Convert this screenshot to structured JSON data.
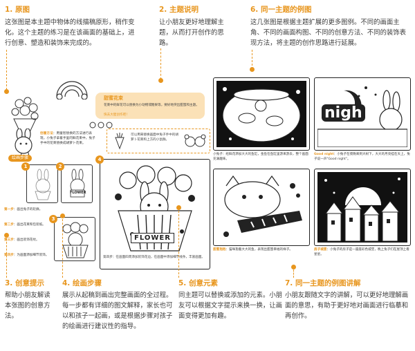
{
  "section1": {
    "head": "1. 原图",
    "body": "这张图是本主题中物体的线描稿原形，稍作变化。这个主题的练习是在该画面的基础上，进行创意、塑造和装饰来完成的。"
  },
  "section2": {
    "head": "2. 主题说明",
    "body": "让小朋友更好地理解主题，从而打开创作的思路。"
  },
  "section6": {
    "head": "6. 同一主题的例图",
    "body": "这几张图是根据主题扩展的更多图例。不同的画面主角、不同的画面构图、不同的创意方法、不同的装饰表现方法，将主题的创作思路进行延展。"
  },
  "section3": {
    "head": "3. 创意提示",
    "body": "帮助小朋友解读本张图的创意方法。"
  },
  "section4": {
    "head": "4. 绘画步骤",
    "body": "展示从起稿到画出完整画面的全过程。每一步都有详细的图文解释，家长也可以和孩子一起画，或是根据步骤对孩子的绘画进行建议性的指导。"
  },
  "section5": {
    "head": "5. 创意元素",
    "body": "同主题可以替换或添加的元素。小朋友可以根据文字提示来换一换，让画面变得更加有趣。"
  },
  "section7": {
    "head": "7. 同一主题的例图讲解",
    "body": "小朋友跟随文字的讲解，可以更好地理解画面的意思，有助于更好地对画面进行临摹和再创作。"
  },
  "book": {
    "theme_title": "甜蜜花束",
    "theme_desc": "花束中的鲜花可以替换为小动物或糖果等，要好地突出甜蜜和主题。",
    "theme_desc2": "快去大胆创作吧！",
    "idea_label": "创意方法",
    "idea_text": "用童智替换的方法进行表现，小兔子拿着手里的鲜花束中，兔子手中的花束替换成胡萝卜花束。",
    "element_text": "可以用来替换画面中兔子手中的胡萝卜花束和上方的小鼠群。",
    "steps_label": "绘画步骤",
    "step1_label": "第一步",
    "step1": "画出兔子的轮廓。",
    "step2_label": "第二步",
    "step2": "画出花束和包装纸。",
    "step3_label": "第三步",
    "step3": "画出装饰花纹。",
    "step4_label": "第四步",
    "step4": "为画面添加细节装饰。",
    "step_num4": "4",
    "main_caption": "第四步：在画面四周添加装饰花边，在画面中添加细节线条，丰富画面。",
    "flower_sign": "FLOWER",
    "small_sign": "FLOWER",
    "ex1_text": "小兔子：给鲜花添加大大的鱼缸，金鱼在鱼缸里游来游去，整个画面充满趣味。",
    "ex2_label": "Good night",
    "ex2_text": "小兔子在夜晚来到大树下，大大的月亮挂在天上，兔子说一声\"Good night\"。",
    "night_word": "nigh",
    "ex3_label": "甜蜜抱抱",
    "ex3_text": "猫咪抱着大大的鱼，表现出甜蜜幸福的样子。",
    "ex4_label": "房子城堡",
    "ex4_text": "小兔子的房子是一座座彩色城堡，晚上兔子们在屋顶上看星星。"
  }
}
